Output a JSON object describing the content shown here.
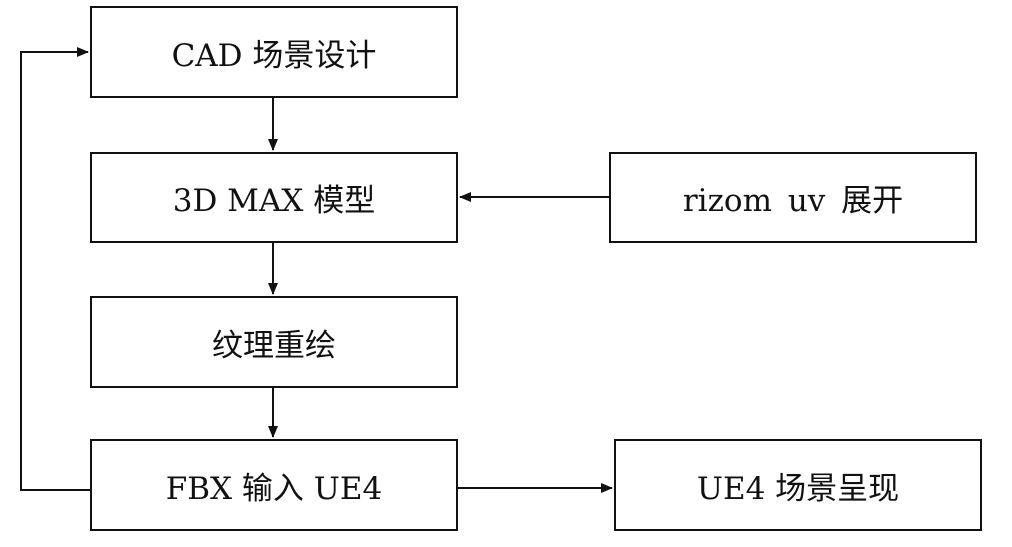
{
  "nodes": {
    "cad": "CAD 场景设计",
    "max3d": "3D MAX 模型",
    "rizom": "rizom  uv 展开",
    "texture": "纹理重绘",
    "fbx": "FBX 输入 UE4",
    "ue4_scene": "UE4 场景呈现"
  },
  "edges": [
    {
      "from": "CAD 场景设计",
      "to": "3D MAX 模型"
    },
    {
      "from": "3D MAX 模型",
      "to": "纹理重绘"
    },
    {
      "from": "纹理重绘",
      "to": "FBX 输入 UE4"
    },
    {
      "from": "rizom  uv 展开",
      "to": "3D MAX 模型"
    },
    {
      "from": "FBX 输入 UE4",
      "to": "UE4 场景呈现"
    },
    {
      "from": "FBX 输入 UE4",
      "to": "CAD 场景设计"
    }
  ],
  "colors": {
    "stroke": "#111111",
    "background": "#ffffff"
  }
}
